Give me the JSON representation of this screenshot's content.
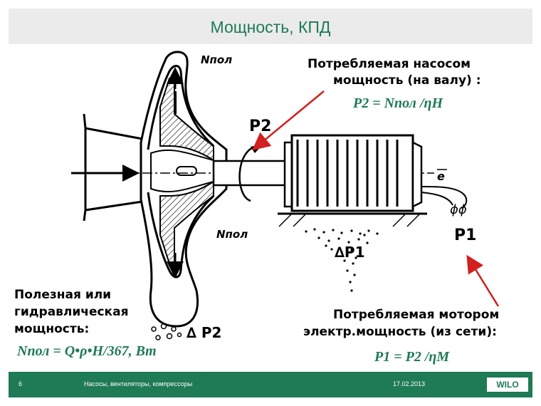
{
  "header": {
    "title": "Мощность, КПД"
  },
  "labels": {
    "n_top": "Nпол",
    "n_bottom": "Nпол",
    "p2": "P2",
    "p1": "P1",
    "delta_p1": "∆P1",
    "delta_p2": "∆ P2",
    "e_bar": "e",
    "phi": "ϕϕ"
  },
  "pump_power": {
    "line1": "Потребляемая насосом",
    "line2": "мощность (на валу) :",
    "formula": "P2 = Nпол /ηН"
  },
  "useful_power": {
    "line1": "Полезная или",
    "line2": "гидравлическая",
    "line3": "мощность:",
    "formula": "Nпол = Q•ρ•H/367, Вт"
  },
  "motor_power": {
    "line1": "Потребляемая мотором",
    "line2": "электр.мощность (из сети):",
    "formula": "P1 = P2 /ηМ"
  },
  "footer": {
    "page_number": "6",
    "subject": "Насосы, вентиляторы, компрессоры",
    "date": "17.02.2013",
    "logo": "WILO"
  },
  "colors": {
    "accent": "#1f7a56",
    "arrow": "#d21f1f",
    "header_bg": "#ebebeb"
  }
}
